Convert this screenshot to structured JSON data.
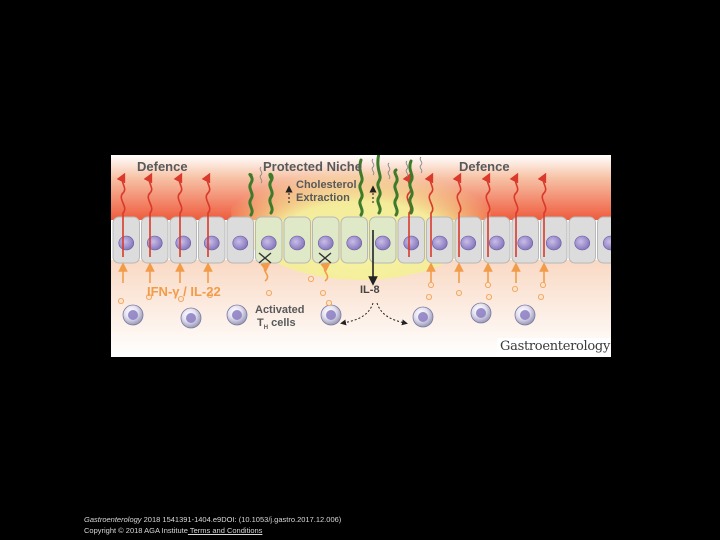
{
  "figure": {
    "labels": {
      "defence_left": "Defence",
      "protected_niche": "Protected Niche",
      "defence_right": "Defence",
      "cholesterol": "Cholesterol",
      "extraction": "Extraction",
      "ifn": "IFN-γ / IL-22",
      "il8": "IL-8",
      "activated": "Activated",
      "th": "T",
      "th_sub": "H",
      "cells": "cells"
    },
    "journal_logo": "Gastroenterology",
    "colors": {
      "top_gradient_red": "#ef5a3c",
      "top_gradient_peach": "#f7c2a6",
      "niche_glow": "#f4f08a",
      "cell_green": "#dfe9c8",
      "cell_gray": "#dcdcdc",
      "nucleus_purple": "#8a7bbf",
      "arrow_red": "#d93a2b",
      "arrow_orange": "#f29c4a",
      "bacteria_green": "#3d7a2a"
    }
  },
  "caption": {
    "journal": "Gastroenterology",
    "citation": " 2018 1541391-1404.e9DOI: (10.1053/j.gastro.2017.12.006)",
    "copyright": "Copyright © 2018 AGA Institute",
    "terms_link": " Terms and Conditions"
  }
}
